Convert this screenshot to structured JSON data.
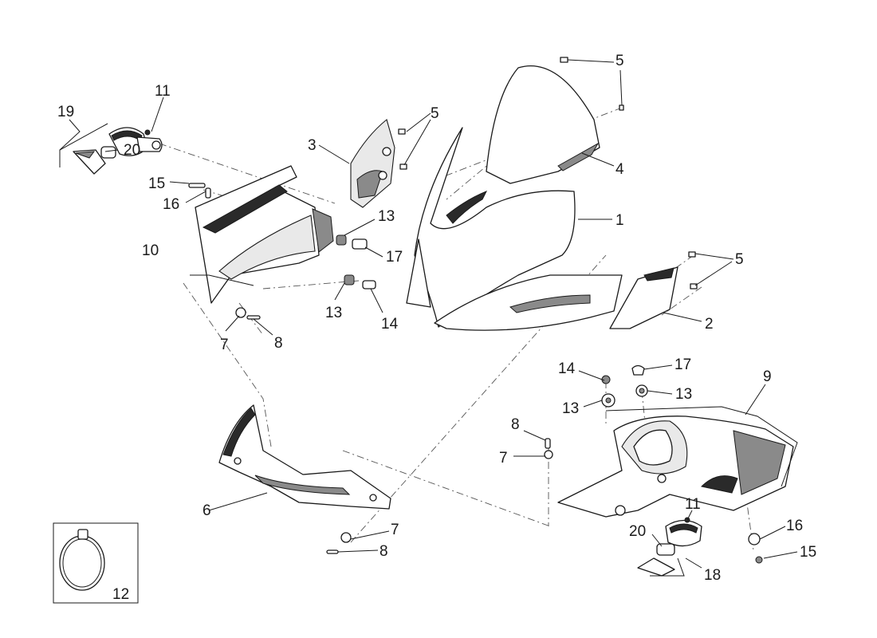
{
  "diagram": {
    "callouts": [
      {
        "id": "c1",
        "text": "1"
      },
      {
        "id": "c2",
        "text": "2"
      },
      {
        "id": "c3",
        "text": "3"
      },
      {
        "id": "c4",
        "text": "4"
      },
      {
        "id": "c5a",
        "text": "5"
      },
      {
        "id": "c5b",
        "text": "5"
      },
      {
        "id": "c5c",
        "text": "5"
      },
      {
        "id": "c6",
        "text": "6"
      },
      {
        "id": "c7a",
        "text": "7"
      },
      {
        "id": "c7b",
        "text": "7"
      },
      {
        "id": "c7c",
        "text": "7"
      },
      {
        "id": "c8a",
        "text": "8"
      },
      {
        "id": "c8b",
        "text": "8"
      },
      {
        "id": "c8c",
        "text": "8"
      },
      {
        "id": "c9",
        "text": "9"
      },
      {
        "id": "c10",
        "text": "10"
      },
      {
        "id": "c11a",
        "text": "11"
      },
      {
        "id": "c11b",
        "text": "11"
      },
      {
        "id": "c12",
        "text": "12"
      },
      {
        "id": "c13a",
        "text": "13"
      },
      {
        "id": "c13b",
        "text": "13"
      },
      {
        "id": "c13c",
        "text": "13"
      },
      {
        "id": "c13d",
        "text": "13"
      },
      {
        "id": "c14a",
        "text": "14"
      },
      {
        "id": "c14b",
        "text": "14"
      },
      {
        "id": "c15a",
        "text": "15"
      },
      {
        "id": "c15b",
        "text": "15"
      },
      {
        "id": "c16a",
        "text": "16"
      },
      {
        "id": "c16b",
        "text": "16"
      },
      {
        "id": "c17a",
        "text": "17"
      },
      {
        "id": "c17b",
        "text": "17"
      },
      {
        "id": "c18",
        "text": "18"
      },
      {
        "id": "c19",
        "text": "19"
      },
      {
        "id": "c20a",
        "text": "20"
      },
      {
        "id": "c20b",
        "text": "20"
      }
    ]
  }
}
